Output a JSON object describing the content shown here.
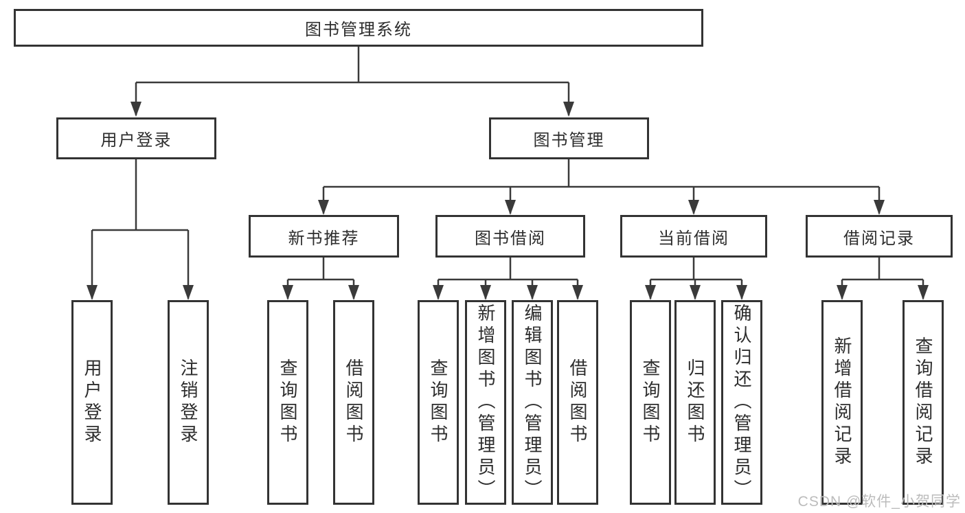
{
  "title": "图书管理系统",
  "level2": {
    "user_login": "用户登录",
    "book_mgmt": "图书管理"
  },
  "level3": {
    "new_books": "新书推荐",
    "borrow": "图书借阅",
    "current": "当前借阅",
    "records": "借阅记录"
  },
  "leaves": {
    "login": "用户登录",
    "logout": "注销登录",
    "rec_query": "查询图书",
    "rec_borrow": "借阅图书",
    "bor_query": "查询图书",
    "bor_add": "新增图书（管理员）",
    "bor_edit": "编辑图书（管理员）",
    "bor_borrow": "借阅图书",
    "cur_query": "查询图书",
    "cur_return": "归还图书",
    "cur_confirm": "确认归还（管理员）",
    "log_add": "新增借阅记录",
    "log_query": "查询借阅记录"
  },
  "watermark": "CSDN @软件_小贺同学",
  "colors": {
    "line": "#3a3a3a",
    "box_border": "#333333",
    "box_fill": "#ffffff",
    "text": "#2d2d2d",
    "watermark": "#bcbcbc"
  }
}
